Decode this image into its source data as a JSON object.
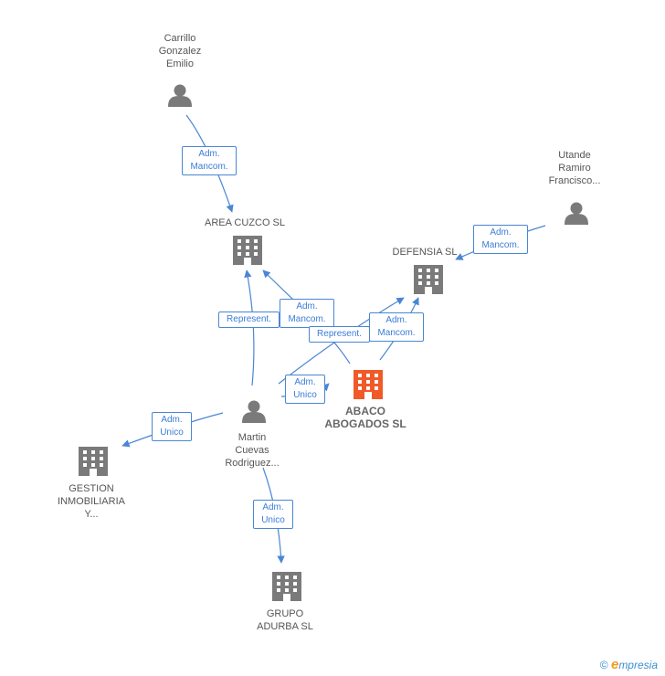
{
  "colors": {
    "edge": "#4a86d4",
    "node": "#7a7a7a",
    "main_node": "#f05a28",
    "edge_text": "#3b7dd8"
  },
  "nodes": {
    "carrillo": {
      "lines": [
        "Carrillo",
        "Gonzalez",
        "Emilio"
      ],
      "kind": "person-icon"
    },
    "utande": {
      "lines": [
        "Utande",
        "Ramiro",
        "Francisco..."
      ],
      "kind": "person-icon"
    },
    "martin": {
      "lines": [
        "Martin",
        "Cuevas",
        "Rodriguez..."
      ],
      "kind": "person-icon"
    },
    "area_cuzco": {
      "lines": [
        "AREA CUZCO SL"
      ],
      "kind": "building-icon"
    },
    "defensia": {
      "lines": [
        "DEFENSIA SL"
      ],
      "kind": "building-icon"
    },
    "abaco": {
      "lines": [
        "ABACO",
        "ABOGADOS SL"
      ],
      "kind": "building-icon"
    },
    "gestion": {
      "lines": [
        "GESTION",
        "INMOBILIARIA",
        "Y..."
      ],
      "kind": "building-icon"
    },
    "grupo": {
      "lines": [
        "GRUPO",
        "ADURBA SL"
      ],
      "kind": "building-icon"
    }
  },
  "edges": {
    "carrillo_area": [
      "Adm.",
      "Mancom."
    ],
    "utande_defensia": [
      "Adm.",
      "Mancom."
    ],
    "martin_area": [
      "Represent."
    ],
    "abaco_area": [
      "Adm.",
      "Mancom."
    ],
    "martin_defensia": [
      "Represent."
    ],
    "abaco_defensia": [
      "Adm.",
      "Mancom."
    ],
    "martin_abaco": [
      "Adm.",
      "Unico"
    ],
    "martin_gestion": [
      "Adm.",
      "Unico"
    ],
    "martin_grupo": [
      "Adm.",
      "Unico"
    ]
  },
  "watermark": {
    "copyright": "©",
    "brand_initial": "e",
    "brand_rest": "mpresia"
  }
}
